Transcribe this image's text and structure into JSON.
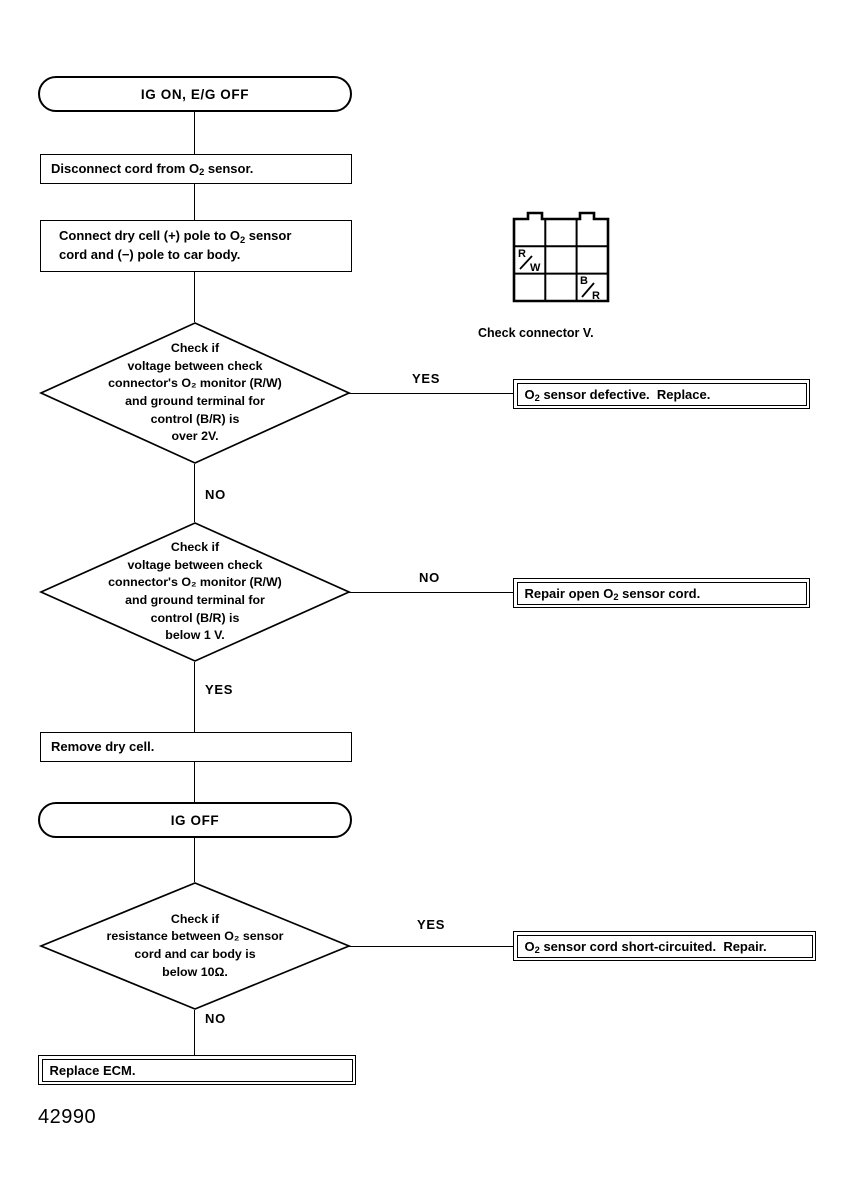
{
  "figure_id": "42990",
  "connector_figure": {
    "caption": "Check connector V.",
    "pins": [
      {
        "label": "R/W",
        "row": 2,
        "col": 1
      },
      {
        "label": "B/R",
        "row": 3,
        "col": 3
      }
    ],
    "rows": 3,
    "cols": 3
  },
  "flow": {
    "start_terminal": "IG ON, E/G OFF",
    "step_disconnect": "Disconnect cord from O₂ sensor.",
    "step_connect_line1": "Connect dry cell (+) pole to O₂ sensor",
    "step_connect_line2": "cord and (−) pole to car body.",
    "decision1": {
      "lines": [
        "Check if",
        "voltage between check",
        "connector's O₂ monitor (R/W)",
        "and ground terminal for",
        "control (B/R) is",
        "over 2V."
      ],
      "yes_label": "YES",
      "no_label": "NO",
      "yes_result": "O₂ sensor defective.  Replace."
    },
    "decision2": {
      "lines": [
        "Check if",
        "voltage between check",
        "connector's O₂ monitor (R/W)",
        "and ground terminal for",
        "control (B/R) is",
        "below 1 V."
      ],
      "no_label": "NO",
      "yes_label": "YES",
      "no_result": "Repair open O₂ sensor cord."
    },
    "step_remove": "Remove dry cell.",
    "ig_off_terminal": "IG OFF",
    "decision3": {
      "lines": [
        "Check if",
        "resistance between O₂ sensor",
        "cord and car body is",
        "below 10Ω."
      ],
      "yes_label": "YES",
      "no_label": "NO",
      "yes_result": "O₂ sensor cord short-circuited.  Repair."
    },
    "final_result": "Replace ECM."
  },
  "colors": {
    "ink": "#000000",
    "paper": "#ffffff"
  }
}
